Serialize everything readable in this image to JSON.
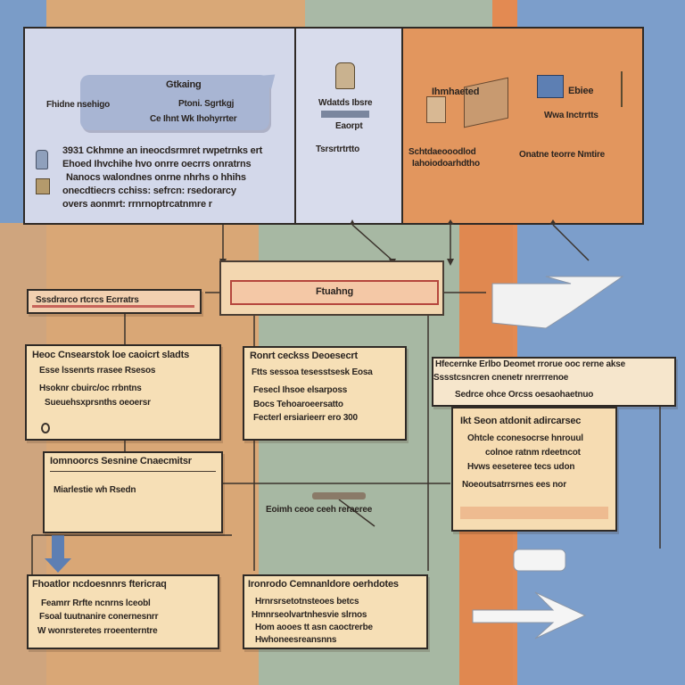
{
  "colors": {
    "band_blue": "#7a9cc8",
    "band_tan": "#d9a877",
    "band_sage": "#a9b9a6",
    "band_orange": "#e38a52",
    "panel_lavender": "#d3d8ea",
    "panel_orange": "#e2965e",
    "box_fill": "#f6dfb6",
    "outline": "#2f2a26",
    "accent_red": "#c0504a"
  },
  "icons": [
    "cylinder-icon",
    "box-icon",
    "lamp-icon",
    "cube-icon",
    "jar-icon",
    "bulb-icon"
  ],
  "top_panel_left": {
    "callout_title": "Gtkaing",
    "callout_sub": "Ptoni. Sgrtkgj",
    "callout_caption": "Ce Ihnt Wk Ihohyrrter",
    "side_label": "Fhidne nsehigo",
    "paragraph": [
      "3931 Ckhmne  an ineocdsrmret rwpetrnks ert",
      "Ehoed Ihvchihe hvo onrre oecrrs onratrns",
      "Nanocs walondnes onrne nhrhs o hhihs",
      "onecdtiecrs cchiss: sefrcn: rsedorarcy",
      "overs aonmrt:             rrnrnoptrcatnmre r"
    ]
  },
  "top_panel_mid": {
    "label": "Wdatds Ibsre",
    "sub": "Eaorpt",
    "caption": "Tsrsrtrtrtto"
  },
  "top_panel_right": {
    "left_label": "Ihmhaeted",
    "left_caption": "Schtdaeooodlod",
    "left_caption2": "Iahoiodoarhdtho",
    "right_label": "Ebiee",
    "right_sub": "Wwa Inctrrtts",
    "right_caption": "Onatne teorre Nmtire"
  },
  "flow": {
    "center_title": "Ftuahng",
    "left_header": "Sssdrarco rtcrcs Ecrratrs",
    "right_header": "Hfecernke Erlbo Deomet rrorue ooc rerne akse",
    "right_header2": "Sssstcsncren cnenetr nrerrrenoe",
    "right_header3": "Sedrce ohce Orcss oesaohaetnuo",
    "box_a": {
      "title": "Heoc Cnsearstok loe caoicrt sladts",
      "lines": [
        "Esse lssenrts rrasee Rsesos",
        "Hsoknr cbuirc/oc rrbntns",
        "Sueuehsxprsnths oeoersr"
      ]
    },
    "box_b": {
      "title": "Ronrt ceckss Deoesecrt",
      "lines": [
        "Ftts sessoa tesesstsesk Eosa",
        "Fesecl Ihsoe elsarposs",
        "Bocs Tehoaroeersatto",
        "Fecterl ersiarieerr ero 300"
      ]
    },
    "box_c": {
      "title": "Iomnoorcs Sesnine Cnaecmitsr",
      "lines": [
        "Miarlestie wh Rsedn"
      ]
    },
    "box_d": {
      "title": "Ikt Seon atdonit adircarsec",
      "lines": [
        "Ohtcle cconesocrse hnrouul",
        "colnoe ratnm rdeetncot",
        "Hvws eeseteree tecs udon",
        "Noeoutsatrrsrnes ees nor"
      ]
    },
    "mid_label": "Eoimh ceoe ceeh reraeree",
    "box_e": {
      "title": "Fhoatlor ncdoesnnrs ftericraq",
      "lines": [
        "Feamrr Rrfte ncnrns lceobl",
        "Fsoal tuutnanire conernesnrr",
        "W wonrsteretes rroeenterntre"
      ]
    },
    "box_f": {
      "title": "Ironrodo Cemnanldore oerhdotes",
      "lines": [
        "Hrnrsrsetotnsteoes betcs",
        "Hmnrseolvartnhesvie slrnos",
        "Hom aooes tt asn caoctrerbe",
        "Hwhoneesreansnns"
      ]
    }
  }
}
